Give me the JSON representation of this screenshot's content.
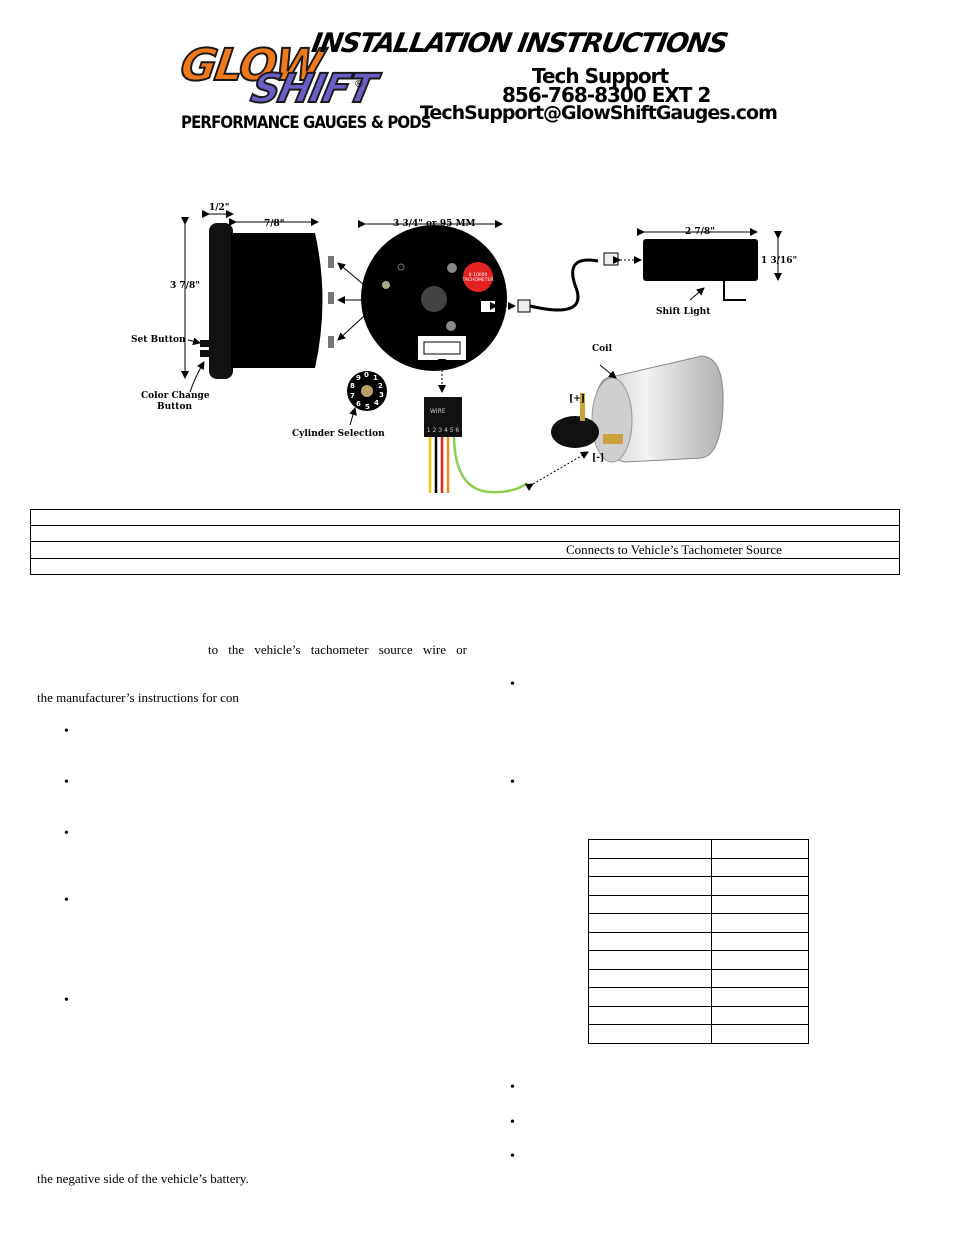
{
  "header": {
    "logo_glow": "GLOW",
    "logo_shift": "SHIFT",
    "logo_registered": "®",
    "tagline": "PERFORMANCE GAUGES & PODS",
    "title": "INSTALLATION INSTRUCTIONS",
    "tech_support_label": "Tech Support",
    "phone": "856-768-8300 EXT 2",
    "email": "TechSupport@GlowShiftGauges.com"
  },
  "diagram": {
    "dim_half": "1/2\"",
    "dim_depth": "7/8\"",
    "dim_height": "3 7/8\"",
    "dim_diameter": "3 3/4\" or 95 MM",
    "dim_shift_length": "2 7/8\"",
    "dim_shift_height": "1 3/16\"",
    "set_button": "Set Button",
    "color_change_1": "Color Change",
    "color_change_2": "Button",
    "cylinder_selection": "Cylinder Selection",
    "shift_light": "Shift Light",
    "coil": "Coil",
    "coil_pos": "[+]",
    "coil_neg": "[-]",
    "face_label_1": "0-10000",
    "face_label_2": "TACHOMETER",
    "dial_digits": [
      "0",
      "1",
      "2",
      "3",
      "4",
      "5",
      "6",
      "7",
      "8",
      "9"
    ],
    "connector_pins": "1 2 3 4 5 6",
    "connector_tag": "WIRE"
  },
  "wiring_table": {
    "rows": [
      "",
      "",
      "Connects to Vehicle’s Tachometer Source",
      ""
    ]
  },
  "body": {
    "left_line1": "to the vehicle’s tachometer source wire or",
    "left_line2": "the manufacturer’s instructions for con",
    "left_line3": "the negative side of the vehicle’s battery.",
    "bullet": "•"
  },
  "cylinder_table": {
    "rows": 11
  }
}
